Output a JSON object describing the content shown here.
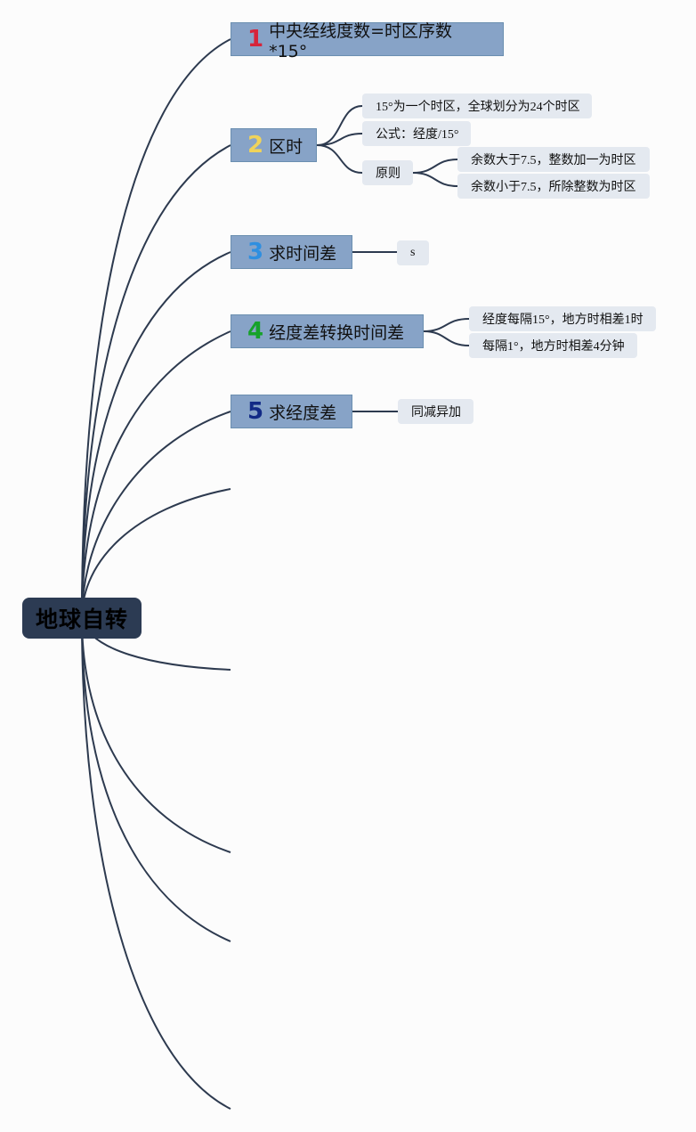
{
  "root": {
    "label": "地球自转"
  },
  "topics": [
    {
      "number": "1",
      "label": "中央经线度数=时区序数*15°",
      "number_color": "#d6243a"
    },
    {
      "number": "2",
      "label": "区时",
      "number_color": "#f0d35a"
    },
    {
      "number": "3",
      "label": "求时间差",
      "number_color": "#2f8fe0"
    },
    {
      "number": "4",
      "label": "经度差转换时间差",
      "number_color": "#16a22a"
    },
    {
      "number": "5",
      "label": "求经度差",
      "number_color": "#122a86"
    }
  ],
  "subtopics": {
    "t2_a": "15°为一个时区，全球划分为24个时区",
    "t2_b": "公式：经度/15°",
    "t2_c": "原则",
    "t2_c1": "余数大于7.5，整数加一为时区",
    "t2_c2": "余数小于7.5，所除整数为时区",
    "t3_a": "s",
    "t4_a": "经度每隔15°，地方时相差1时",
    "t4_b": "每隔1°，地方时相差4分钟",
    "t5_a": "同减异加"
  },
  "colors": {
    "line": "#2d3a4f",
    "root_bg": "#2c3b53",
    "topic_bg": "#87a3c7",
    "sub_bg": "#e4e9f0"
  }
}
